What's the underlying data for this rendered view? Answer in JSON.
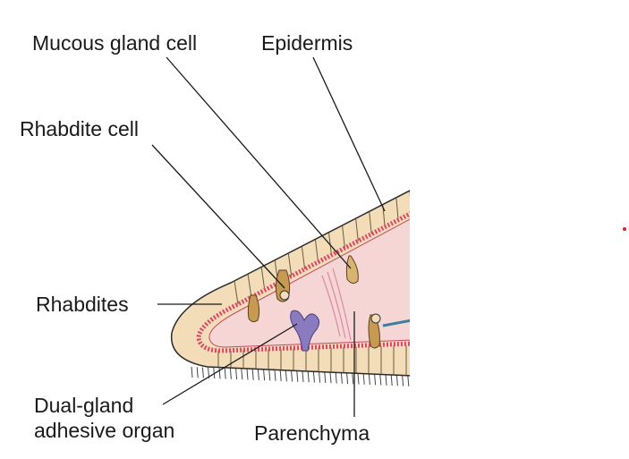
{
  "labels": {
    "mucous_gland_cell": "Mucous gland cell",
    "epidermis": "Epidermis",
    "rhabdite_cell": "Rhabdite cell",
    "rhabdites": "Rhabdites",
    "dual_gland_line1": "Dual-gland",
    "dual_gland_line2": "adhesive organ",
    "parenchyma": "Parenchyma"
  },
  "colors": {
    "epidermis_fill": "#f3dcb8",
    "parenchyma_fill": "#f6d6d4",
    "basement_band": "#d9466a",
    "adhesive_organ": "#8a7bc0",
    "outline": "#2b2b2b",
    "rhabdite_cell": "#c79a52",
    "marker": "#e02020"
  }
}
